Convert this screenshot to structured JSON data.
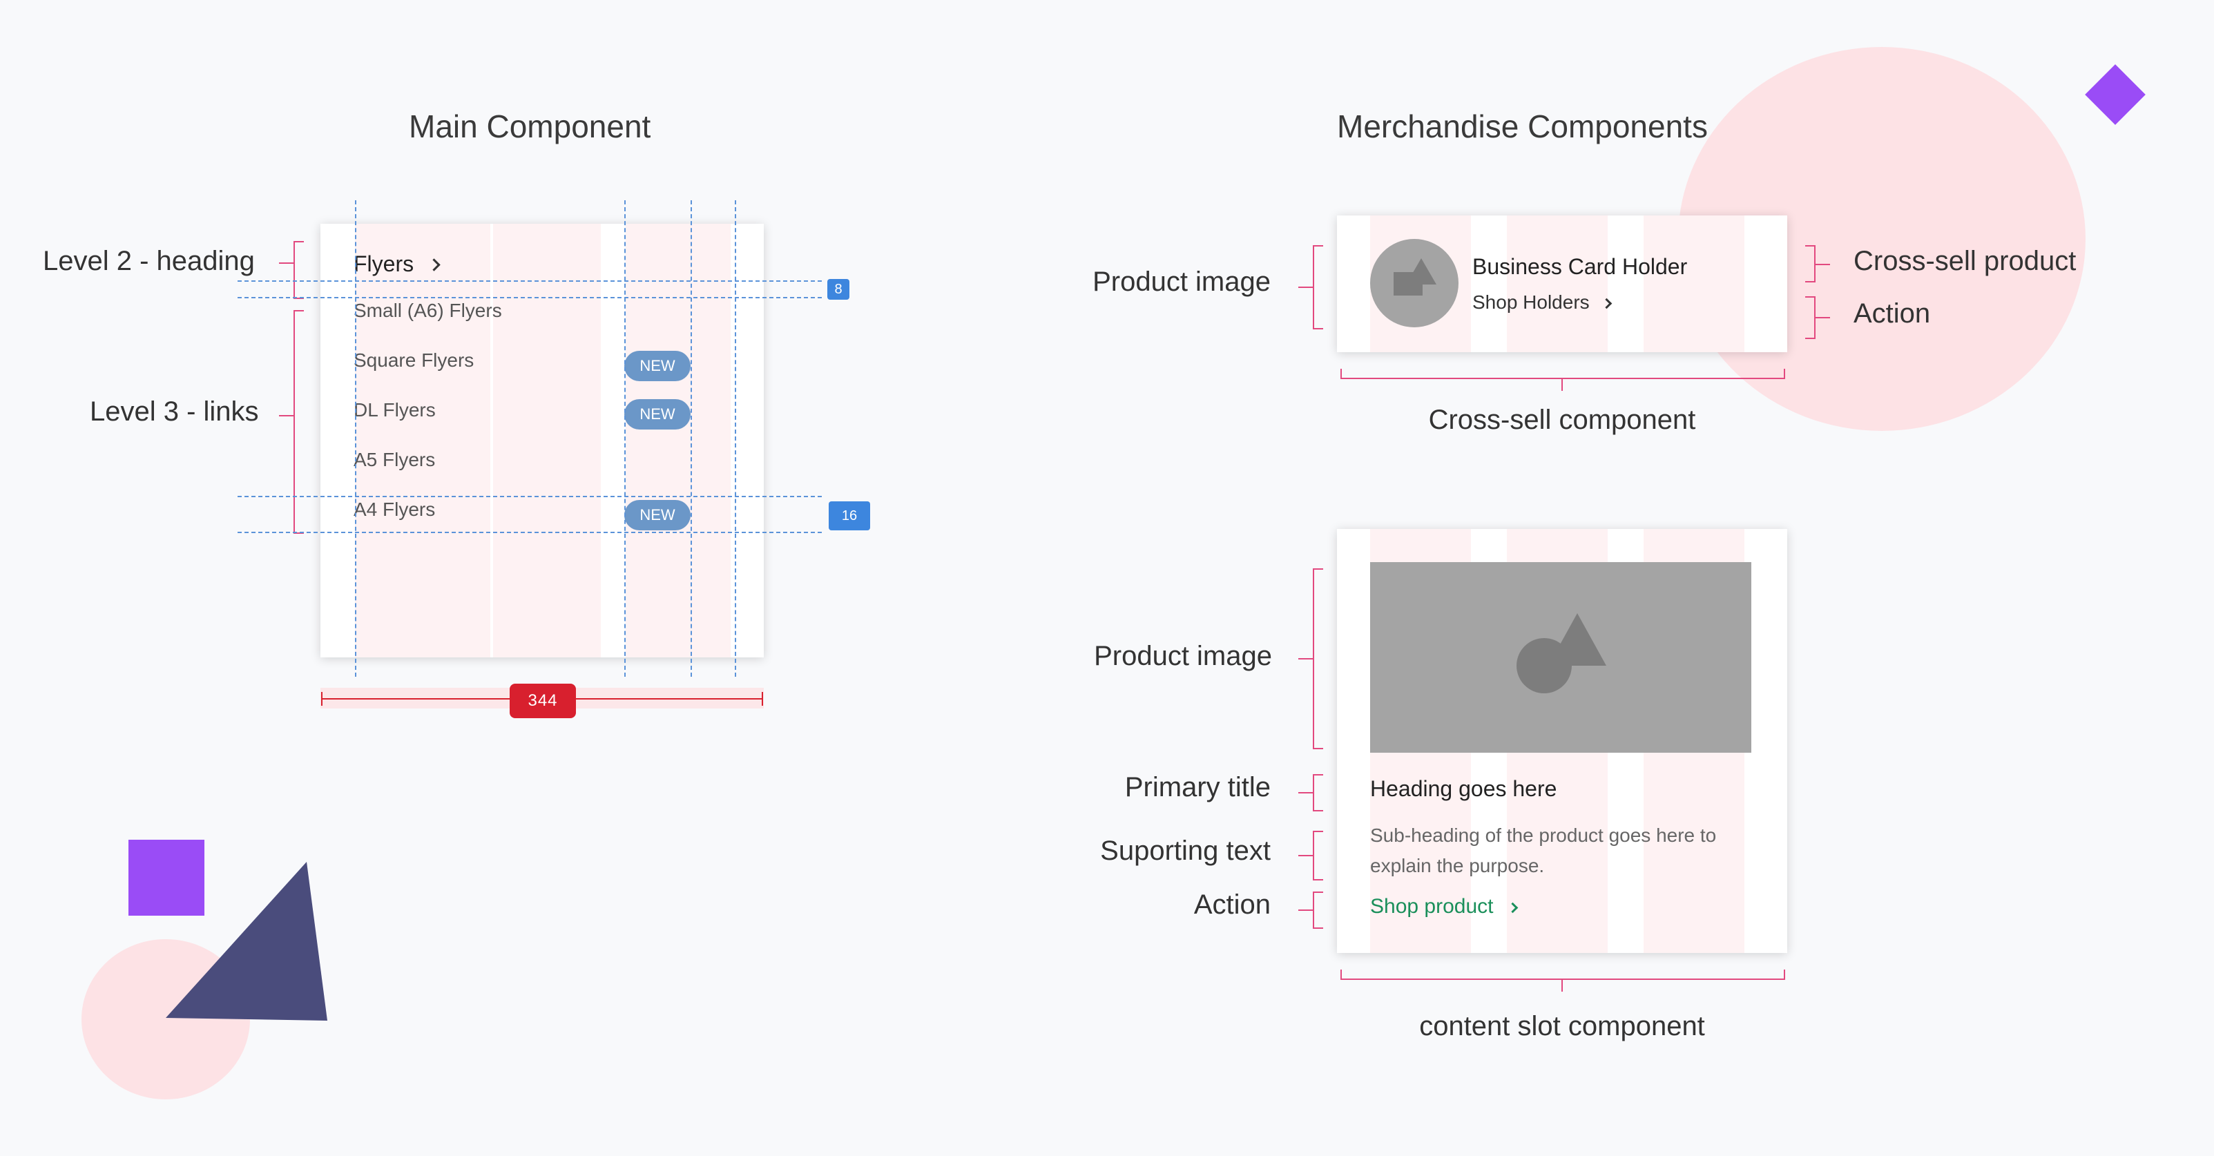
{
  "main_component": {
    "title": "Main Component",
    "labels": {
      "level2": "Level 2 - heading",
      "level3": "Level 3 - links"
    },
    "nav": {
      "heading": "Flyers",
      "links": [
        {
          "label": "Small (A6) Flyers",
          "badge": ""
        },
        {
          "label": "Square Flyers",
          "badge": "NEW"
        },
        {
          "label": "DL Flyers",
          "badge": "NEW"
        },
        {
          "label": "A5 Flyers",
          "badge": ""
        },
        {
          "label": "A4 Flyers",
          "badge": "NEW"
        }
      ]
    },
    "spacing_badges": {
      "top": "8",
      "bottom": "16"
    },
    "width_badge": "344"
  },
  "merchandise_components": {
    "title": "Merchandise Components",
    "cross_sell": {
      "label_left": "Product image",
      "label_right_product": "Cross-sell product",
      "label_right_action": "Action",
      "caption": "Cross-sell component",
      "product_name": "Business Card Holder",
      "action": "Shop Holders"
    },
    "content_slot": {
      "labels": {
        "image": "Product image",
        "title": "Primary title",
        "text": "Suporting text",
        "action": "Action"
      },
      "heading": "Heading goes here",
      "subheading_line1": "Sub-heading of the product goes here to",
      "subheading_line2": "explain the purpose.",
      "action": "Shop product",
      "caption": "content slot component"
    }
  },
  "colors": {
    "annotation": "#e2497f",
    "guide": "#5b93d9",
    "accent_green": "#1a8f5a",
    "badge_red": "#d8202e",
    "purple": "#9a4cf6",
    "navy": "#4a4c7c",
    "pink": "#fde2e5"
  }
}
